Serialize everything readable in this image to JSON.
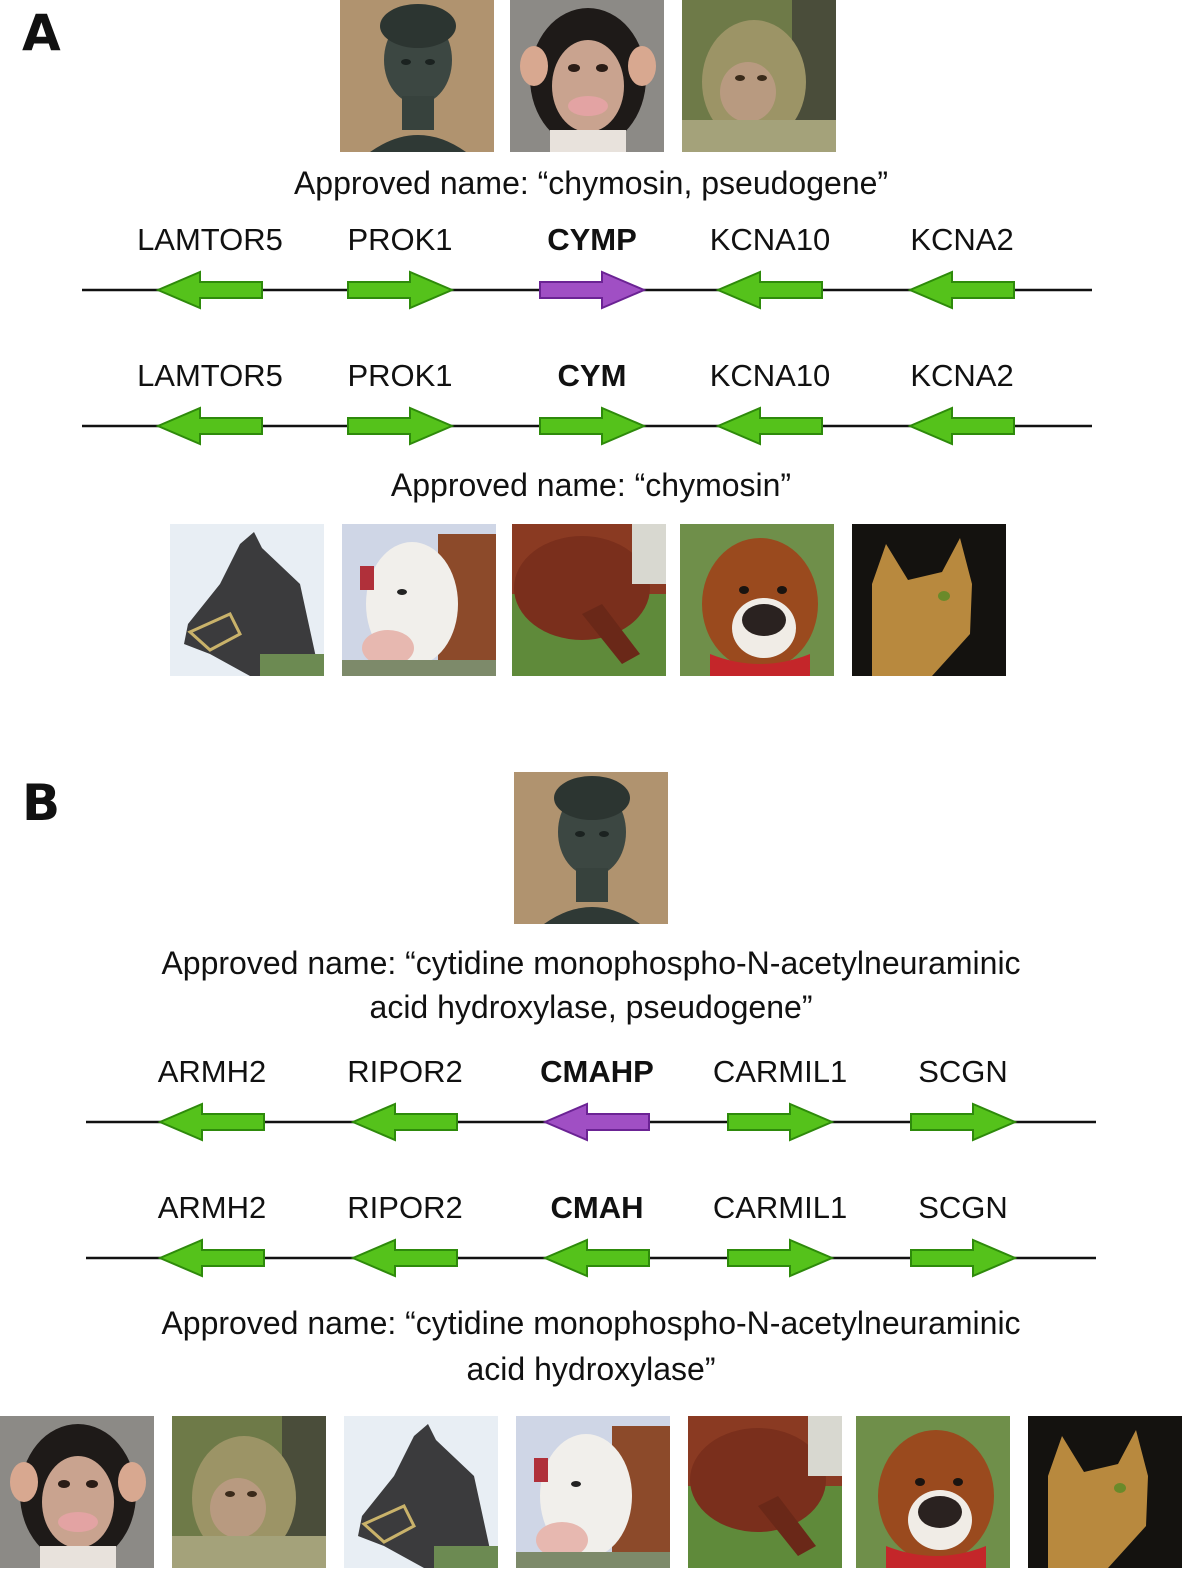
{
  "panels": {
    "a": {
      "letter": "A",
      "top_species": [
        "human-statue",
        "chimpanzee",
        "rhesus-macaque"
      ],
      "caption_top": "Approved name: “chymosin, pseudogene”",
      "track1": {
        "genes": [
          {
            "label": "LAMTOR5",
            "bold": false,
            "direction": "left",
            "color": "#55c21b"
          },
          {
            "label": "PROK1",
            "bold": false,
            "direction": "right",
            "color": "#55c21b"
          },
          {
            "label": "CYMP",
            "bold": true,
            "direction": "right",
            "color": "#a04fc4"
          },
          {
            "label": "KCNA10",
            "bold": false,
            "direction": "left",
            "color": "#55c21b"
          },
          {
            "label": "KCNA2",
            "bold": false,
            "direction": "left",
            "color": "#55c21b"
          }
        ]
      },
      "track2": {
        "genes": [
          {
            "label": "LAMTOR5",
            "bold": false,
            "direction": "left",
            "color": "#55c21b"
          },
          {
            "label": "PROK1",
            "bold": false,
            "direction": "right",
            "color": "#55c21b"
          },
          {
            "label": "CYM",
            "bold": true,
            "direction": "right",
            "color": "#55c21b"
          },
          {
            "label": "KCNA10",
            "bold": false,
            "direction": "left",
            "color": "#55c21b"
          },
          {
            "label": "KCNA2",
            "bold": false,
            "direction": "left",
            "color": "#55c21b"
          }
        ]
      },
      "caption_bottom": "Approved name: “chymosin”",
      "bottom_species": [
        "horse",
        "cow",
        "pig",
        "boxer-dog",
        "abyssinian-cat"
      ]
    },
    "b": {
      "letter": "B",
      "top_species": [
        "human-statue"
      ],
      "caption_top_line1": "Approved name: “cytidine monophospho-N-acetylneuraminic",
      "caption_top_line2": "acid hydroxylase, pseudogene”",
      "track1": {
        "genes": [
          {
            "label": "ARMH2",
            "bold": false,
            "direction": "left",
            "color": "#55c21b"
          },
          {
            "label": "RIPOR2",
            "bold": false,
            "direction": "left",
            "color": "#55c21b"
          },
          {
            "label": "CMAHP",
            "bold": true,
            "direction": "left",
            "color": "#a04fc4"
          },
          {
            "label": "CARMIL1",
            "bold": false,
            "direction": "right",
            "color": "#55c21b"
          },
          {
            "label": "SCGN",
            "bold": false,
            "direction": "right",
            "color": "#55c21b"
          }
        ]
      },
      "track2": {
        "genes": [
          {
            "label": "ARMH2",
            "bold": false,
            "direction": "left",
            "color": "#55c21b"
          },
          {
            "label": "RIPOR2",
            "bold": false,
            "direction": "left",
            "color": "#55c21b"
          },
          {
            "label": "CMAH",
            "bold": true,
            "direction": "left",
            "color": "#55c21b"
          },
          {
            "label": "CARMIL1",
            "bold": false,
            "direction": "right",
            "color": "#55c21b"
          },
          {
            "label": "SCGN",
            "bold": false,
            "direction": "right",
            "color": "#55c21b"
          }
        ]
      },
      "caption_bottom_line1": "Approved name: “cytidine monophospho-N-acetylneuraminic",
      "caption_bottom_line2": "acid hydroxylase”",
      "bottom_species": [
        "chimpanzee",
        "rhesus-macaque",
        "horse",
        "cow",
        "pig",
        "boxer-dog",
        "abyssinian-cat"
      ]
    }
  },
  "colors": {
    "functional_gene": "#55c21b",
    "pseudogene": "#a04fc4",
    "arrow_outline_green": "#2e8a0b",
    "arrow_outline_purple": "#6b2394",
    "line": "#111111"
  }
}
